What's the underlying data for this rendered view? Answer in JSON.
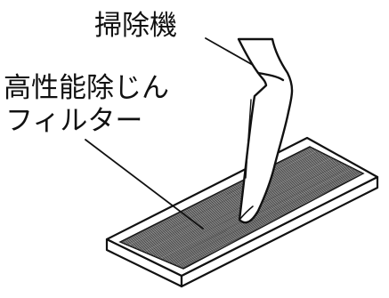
{
  "labels": {
    "vacuum": "掃除機",
    "filter_line1": "高性能除じん",
    "filter_line2": "フィルター"
  },
  "colors": {
    "ink": "#111111",
    "background": "#ffffff",
    "filter_frame": "#ffffff",
    "filter_mesh": "#c8c8c8"
  },
  "icons": {
    "nozzle": "vacuum-nozzle",
    "filter": "dust-filter"
  }
}
